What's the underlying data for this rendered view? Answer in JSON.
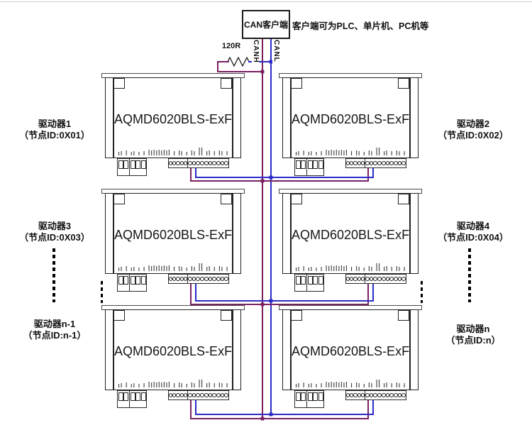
{
  "client": {
    "label": "CAN客户端",
    "note": "客户端可为PLC、单片机、PC机等"
  },
  "bus": {
    "canh_label": "CANH",
    "canl_label": "CANL",
    "terminator_label": "120R",
    "canh_color": "#7A2062",
    "canl_color": "#2B2BC8"
  },
  "drivers": [
    {
      "label": "AQMD6020BLS-ExF",
      "position": "row1-left"
    },
    {
      "label": "AQMD6020BLS-ExF",
      "position": "row1-right"
    },
    {
      "label": "AQMD6020BLS-ExF",
      "position": "row2-left"
    },
    {
      "label": "AQMD6020BLS-ExF",
      "position": "row2-right"
    },
    {
      "label": "AQMD6020BLS-ExF",
      "position": "row3-left"
    },
    {
      "label": "AQMD6020BLS-ExF",
      "position": "row3-right"
    }
  ],
  "node_labels": [
    {
      "name": "驱动器1",
      "id": "（节点ID:0X01）",
      "position": "row1-left"
    },
    {
      "name": "驱动器2",
      "id": "（节点ID:0X02）",
      "position": "row1-right"
    },
    {
      "name": "驱动器3",
      "id": "（节点ID:0X03）",
      "position": "row2-left"
    },
    {
      "name": "驱动器4",
      "id": "（节点ID:0X04）",
      "position": "row2-right"
    },
    {
      "name": "驱动器n-1",
      "id": "（节点ID:n-1）",
      "position": "row3-left"
    },
    {
      "name": "驱动器n",
      "id": "（节点ID:n）",
      "position": "row3-right"
    }
  ]
}
